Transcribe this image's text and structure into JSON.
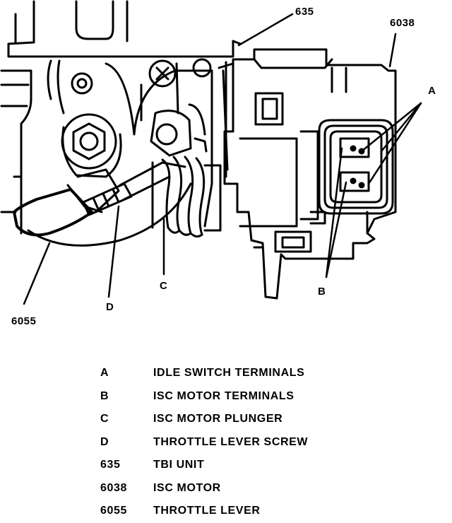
{
  "callouts": {
    "tbi_unit": "635",
    "isc_motor": "6038",
    "throttle_lever": "6055",
    "idle_switch": "A",
    "isc_terminals": "B",
    "plunger": "C",
    "screw": "D"
  },
  "legend": [
    {
      "key": "A",
      "desc": "IDLE SWITCH TERMINALS"
    },
    {
      "key": "B",
      "desc": "ISC MOTOR TERMINALS"
    },
    {
      "key": "C",
      "desc": "ISC MOTOR PLUNGER"
    },
    {
      "key": "D",
      "desc": "THROTTLE LEVER SCREW"
    },
    {
      "key": "635",
      "desc": "TBI UNIT"
    },
    {
      "key": "6038",
      "desc": "ISC MOTOR"
    },
    {
      "key": "6055",
      "desc": "THROTTLE LEVER"
    }
  ]
}
